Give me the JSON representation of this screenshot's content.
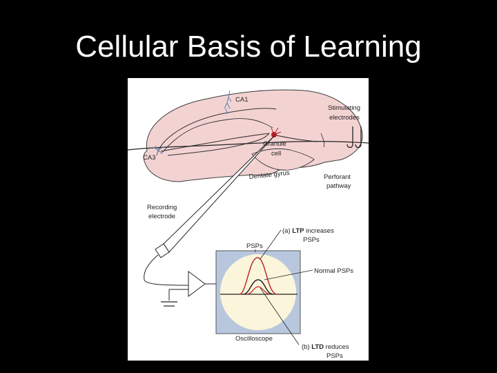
{
  "slide": {
    "title": "Cellular Basis of Learning"
  },
  "diagram": {
    "labels": {
      "ca1": "CA1",
      "ca3": "CA3",
      "stimulating_1": "Stimulating",
      "stimulating_2": "electrodes",
      "granule_1": "Granule",
      "granule_2": "cell",
      "dentate_gyrus": "Dentate gyrus",
      "perforant_1": "Perforant",
      "perforant_2": "pathway",
      "recording_1": "Recording",
      "recording_2": "electrode",
      "ltp_prefix": "(a)",
      "ltp_abbr": "LTP",
      "ltp_rest": "increases",
      "ltp_line2": "PSPs",
      "psps": "PSPs",
      "normal_psps": "Normal PSPs",
      "oscilloscope": "Oscilloscope",
      "ltd_prefix": "(b)",
      "ltd_abbr": "LTD",
      "ltd_rest": "reduces",
      "ltd_line2": "PSPs"
    },
    "colors": {
      "hippocampus": "#f3d3d2",
      "ltp_trace": "#c0262c",
      "neuron": "#5a7fb8",
      "granule_cell": "#b3202a",
      "screen_bg": "#b8c7de",
      "screen_face": "#fbf6db"
    }
  }
}
